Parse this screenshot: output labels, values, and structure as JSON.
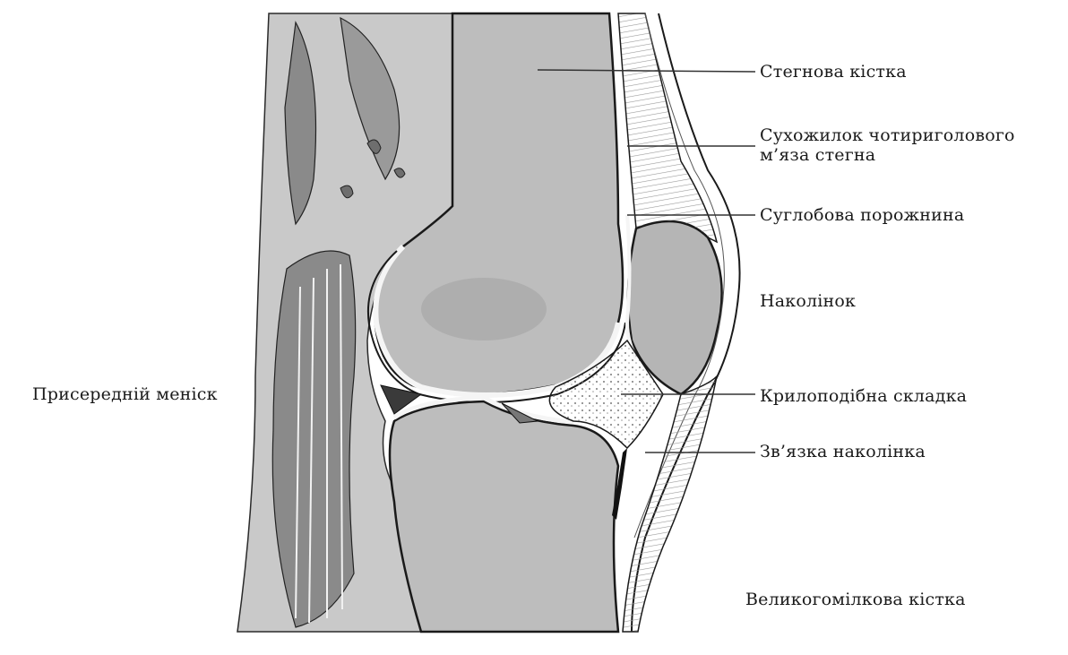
{
  "labels": {
    "femur": "Стегнова кістка",
    "quadriceps_tendon_line1": "Сухожилок чотириголового",
    "quadriceps_tendon_line2": "м’яза стегна",
    "articular_cavity": "Суглобова порожнина",
    "patella": "Наколінок",
    "medial_meniscus": "Присередній меніск",
    "alar_fold": "Крилоподібна  складка",
    "patellar_ligament": "Зв’язка наколінка",
    "tibia": "Великогомілкова кістка"
  },
  "colors": {
    "background": "#ffffff",
    "bone": "#bdbdbd",
    "muscle": "#8a8a8a",
    "outline": "#222222",
    "leader_line": "#333333"
  }
}
